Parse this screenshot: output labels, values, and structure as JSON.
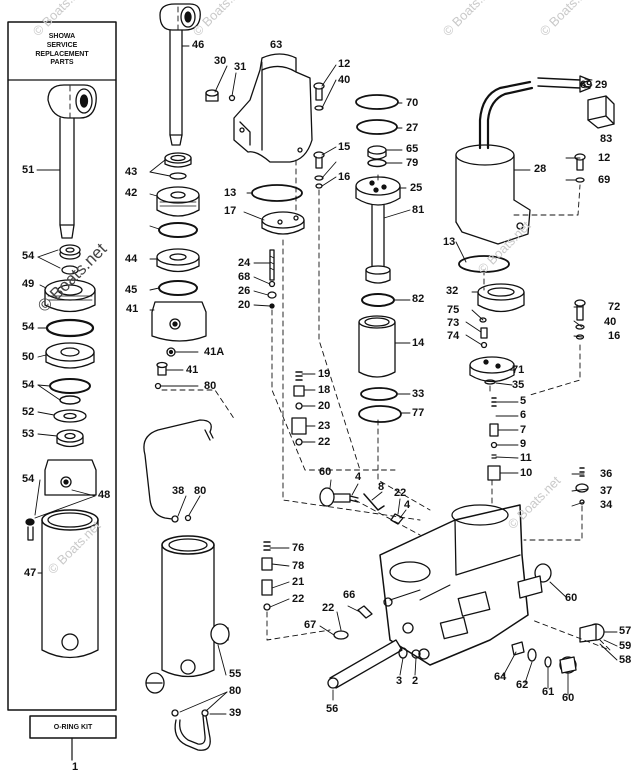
{
  "kit_box": {
    "title": "SHOWA\nSERVICE\nREPLACEMENT\nPARTS"
  },
  "oring_box": {
    "title": "O-RING KIT"
  },
  "watermark": {
    "text": "© Boats.net"
  },
  "labels": [
    {
      "id": "1",
      "text": "1"
    },
    {
      "id": "2",
      "text": "2"
    },
    {
      "id": "3",
      "text": "3"
    },
    {
      "id": "4a",
      "text": "4"
    },
    {
      "id": "4b",
      "text": "4"
    },
    {
      "id": "5",
      "text": "5"
    },
    {
      "id": "6",
      "text": "6"
    },
    {
      "id": "7",
      "text": "7"
    },
    {
      "id": "8",
      "text": "8"
    },
    {
      "id": "9",
      "text": "9"
    },
    {
      "id": "10",
      "text": "10"
    },
    {
      "id": "11",
      "text": "11"
    },
    {
      "id": "12a",
      "text": "12"
    },
    {
      "id": "12b",
      "text": "12"
    },
    {
      "id": "13a",
      "text": "13"
    },
    {
      "id": "13b",
      "text": "13"
    },
    {
      "id": "14",
      "text": "14"
    },
    {
      "id": "15",
      "text": "15"
    },
    {
      "id": "16a",
      "text": "16"
    },
    {
      "id": "16b",
      "text": "16"
    },
    {
      "id": "17",
      "text": "17"
    },
    {
      "id": "18",
      "text": "18"
    },
    {
      "id": "19",
      "text": "19"
    },
    {
      "id": "20a",
      "text": "20"
    },
    {
      "id": "20b",
      "text": "20"
    },
    {
      "id": "21",
      "text": "21"
    },
    {
      "id": "22a",
      "text": "22"
    },
    {
      "id": "22b",
      "text": "22"
    },
    {
      "id": "22c",
      "text": "22"
    },
    {
      "id": "22d",
      "text": "22"
    },
    {
      "id": "23",
      "text": "23"
    },
    {
      "id": "24",
      "text": "24"
    },
    {
      "id": "25",
      "text": "25"
    },
    {
      "id": "26",
      "text": "26"
    },
    {
      "id": "27",
      "text": "27"
    },
    {
      "id": "28",
      "text": "28"
    },
    {
      "id": "29",
      "text": "29"
    },
    {
      "id": "30",
      "text": "30"
    },
    {
      "id": "31",
      "text": "31"
    },
    {
      "id": "32",
      "text": "32"
    },
    {
      "id": "33",
      "text": "33"
    },
    {
      "id": "34",
      "text": "34"
    },
    {
      "id": "35",
      "text": "35"
    },
    {
      "id": "36",
      "text": "36"
    },
    {
      "id": "37",
      "text": "37"
    },
    {
      "id": "38",
      "text": "38"
    },
    {
      "id": "39",
      "text": "39"
    },
    {
      "id": "40a",
      "text": "40"
    },
    {
      "id": "40b",
      "text": "40"
    },
    {
      "id": "41",
      "text": "41"
    },
    {
      "id": "41b",
      "text": "41"
    },
    {
      "id": "41A",
      "text": "41A"
    },
    {
      "id": "42",
      "text": "42"
    },
    {
      "id": "43",
      "text": "43"
    },
    {
      "id": "44",
      "text": "44"
    },
    {
      "id": "45",
      "text": "45"
    },
    {
      "id": "46",
      "text": "46"
    },
    {
      "id": "47",
      "text": "47"
    },
    {
      "id": "48",
      "text": "48"
    },
    {
      "id": "49",
      "text": "49"
    },
    {
      "id": "50",
      "text": "50"
    },
    {
      "id": "51",
      "text": "51"
    },
    {
      "id": "52",
      "text": "52"
    },
    {
      "id": "53",
      "text": "53"
    },
    {
      "id": "54a",
      "text": "54"
    },
    {
      "id": "54b",
      "text": "54"
    },
    {
      "id": "54c",
      "text": "54"
    },
    {
      "id": "54d",
      "text": "54"
    },
    {
      "id": "55",
      "text": "55"
    },
    {
      "id": "56",
      "text": "56"
    },
    {
      "id": "57",
      "text": "57"
    },
    {
      "id": "58",
      "text": "58"
    },
    {
      "id": "59",
      "text": "59"
    },
    {
      "id": "60a",
      "text": "60"
    },
    {
      "id": "60b",
      "text": "60"
    },
    {
      "id": "60c",
      "text": "60"
    },
    {
      "id": "61",
      "text": "61"
    },
    {
      "id": "62",
      "text": "62"
    },
    {
      "id": "63",
      "text": "63"
    },
    {
      "id": "64",
      "text": "64"
    },
    {
      "id": "65",
      "text": "65"
    },
    {
      "id": "66",
      "text": "66"
    },
    {
      "id": "67",
      "text": "67"
    },
    {
      "id": "68",
      "text": "68"
    },
    {
      "id": "69a",
      "text": "69"
    },
    {
      "id": "69b",
      "text": "69"
    },
    {
      "id": "70",
      "text": "70"
    },
    {
      "id": "71",
      "text": "71"
    },
    {
      "id": "72",
      "text": "72"
    },
    {
      "id": "73",
      "text": "73"
    },
    {
      "id": "74",
      "text": "74"
    },
    {
      "id": "75",
      "text": "75"
    },
    {
      "id": "76",
      "text": "76"
    },
    {
      "id": "77",
      "text": "77"
    },
    {
      "id": "78",
      "text": "78"
    },
    {
      "id": "79",
      "text": "79"
    },
    {
      "id": "80a",
      "text": "80"
    },
    {
      "id": "80b",
      "text": "80"
    },
    {
      "id": "80c",
      "text": "80"
    },
    {
      "id": "81",
      "text": "81"
    },
    {
      "id": "82",
      "text": "82"
    },
    {
      "id": "83",
      "text": "83"
    }
  ]
}
